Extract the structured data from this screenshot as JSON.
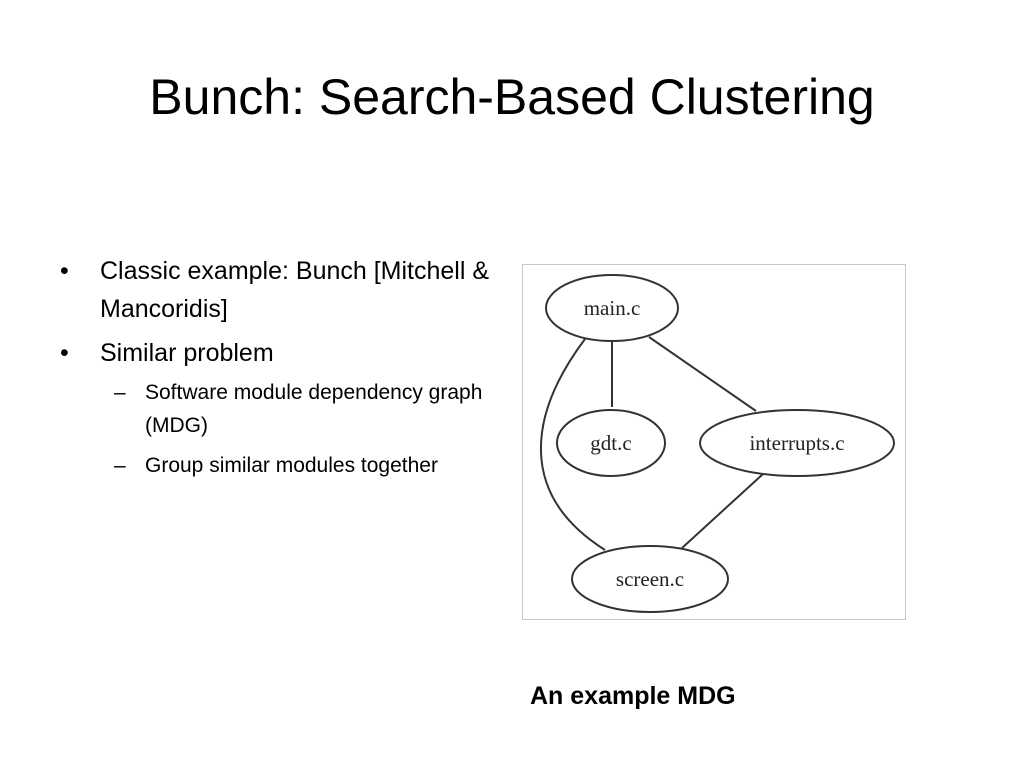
{
  "slide": {
    "title": "Bunch: Search-Based Clustering",
    "bullets": [
      {
        "text": "Classic example: Bunch [Mitchell & Mancoridis]",
        "children": []
      },
      {
        "text": "Similar problem",
        "children": [
          "Software module dependency graph (MDG)",
          "Group similar modules together"
        ]
      }
    ],
    "bullet_glyph": "•",
    "sub_bullet_glyph": "–",
    "caption": "An example MDG"
  },
  "diagram": {
    "nodes": [
      {
        "id": "main",
        "label": "main.c"
      },
      {
        "id": "gdt",
        "label": "gdt.c"
      },
      {
        "id": "interrupts",
        "label": "interrupts.c"
      },
      {
        "id": "screen",
        "label": "screen.c"
      }
    ],
    "edges": [
      {
        "from": "main",
        "to": "gdt"
      },
      {
        "from": "main",
        "to": "interrupts"
      },
      {
        "from": "main",
        "to": "screen"
      },
      {
        "from": "interrupts",
        "to": "screen"
      }
    ]
  }
}
